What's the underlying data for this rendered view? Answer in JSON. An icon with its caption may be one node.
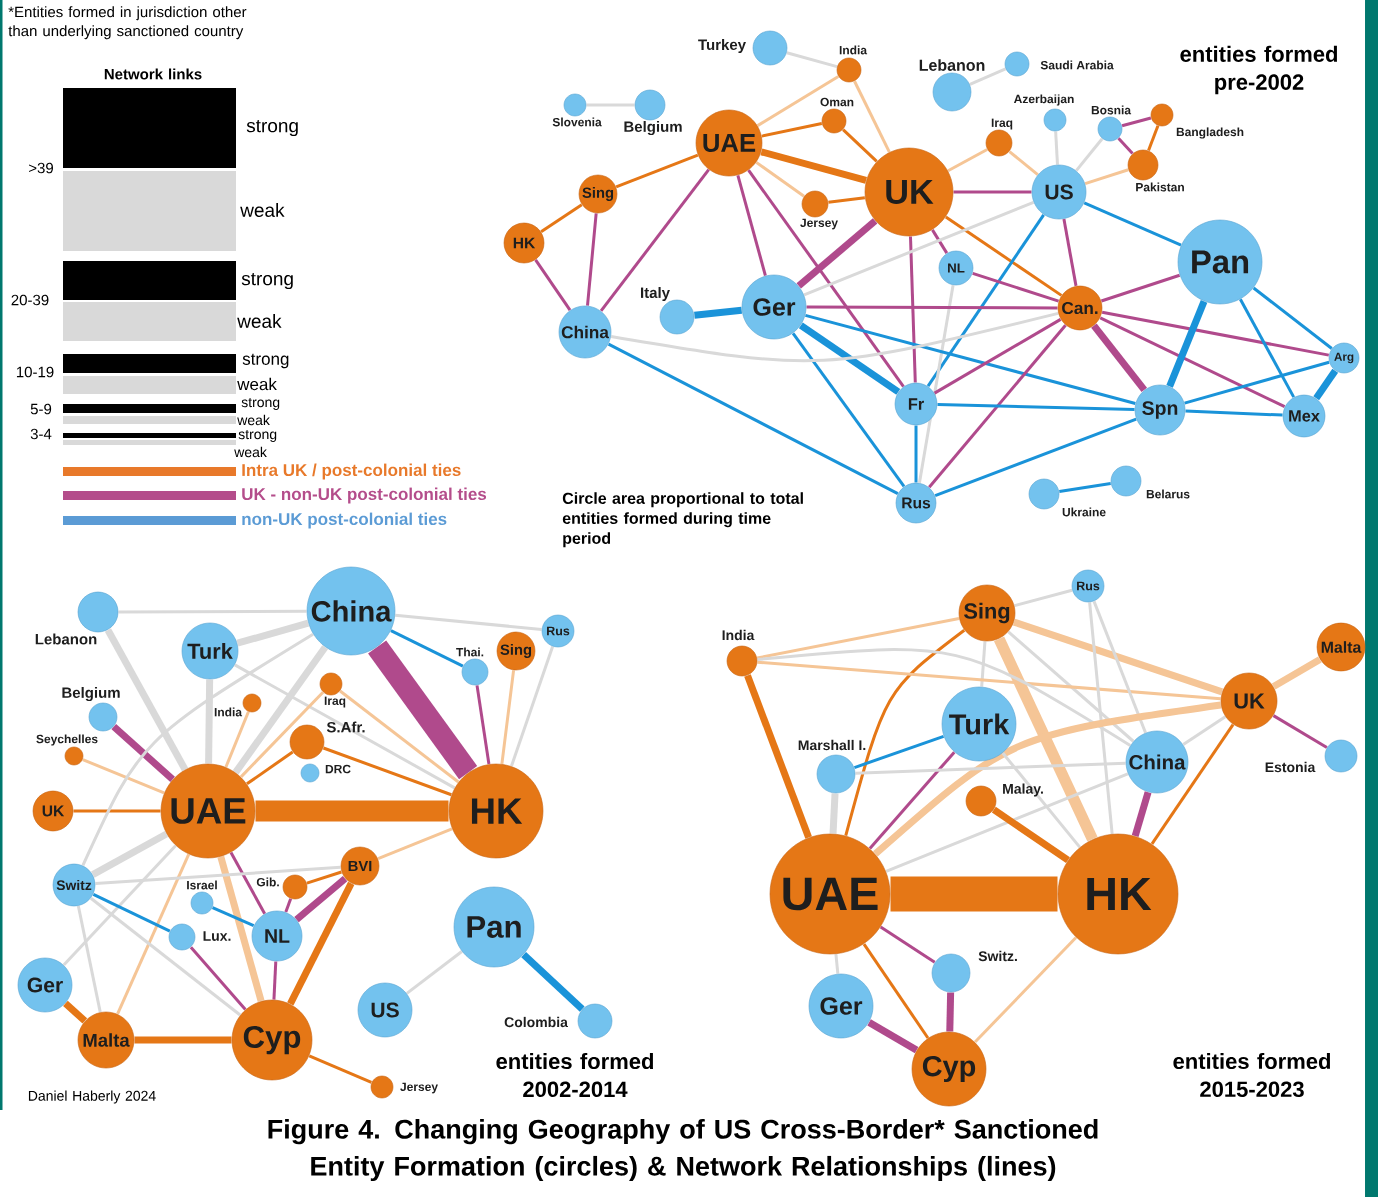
{
  "diagram": {
    "caption": "Figure 4. Changing Geography of US Cross-Border* Sanctioned Entity Formation (circles) & Network Relationships (lines)",
    "nodes": [
      {
        "text": [
          "Turkey"
        ]
      },
      {
        "text": [
          "India"
        ]
      },
      {
        "text": [
          "Lebanon"
        ]
      },
      {
        "text": [
          "Saudi Arabia"
        ]
      },
      {
        "text": [
          "Slovenia"
        ]
      },
      {
        "text": [
          "Belgium"
        ]
      },
      {
        "text": [
          "Oman"
        ]
      },
      {
        "text": [
          "Azerbaijan"
        ]
      },
      {
        "text": [
          "Bosnia"
        ]
      },
      {
        "text": [
          "Bangladesh"
        ]
      },
      {
        "text": [
          "UAE"
        ]
      },
      {
        "text": [
          "Iraq"
        ]
      },
      {
        "text": [
          "Pakistan"
        ]
      },
      {
        "text": [
          "Sing"
        ]
      },
      {
        "text": [
          "UK"
        ]
      },
      {
        "text": [
          "US"
        ]
      },
      {
        "text": [
          "Jersey"
        ]
      },
      {
        "text": [
          "HK"
        ]
      },
      {
        "text": [
          "NL"
        ]
      },
      {
        "text": [
          "Pan"
        ]
      },
      {
        "text": [
          "Italy"
        ]
      },
      {
        "text": [
          "Ger"
        ]
      },
      {
        "text": [
          "Can."
        ]
      },
      {
        "text": [
          "China"
        ]
      },
      {
        "text": [
          "Arg"
        ]
      },
      {
        "text": [
          "Fr"
        ]
      },
      {
        "text": [
          "Spn"
        ]
      },
      {
        "text": [
          "Mex"
        ]
      },
      {
        "text": [
          "Rus"
        ]
      },
      {
        "text": [
          "Belarus"
        ]
      },
      {
        "text": [
          "Ukraine"
        ]
      },
      {
        "text": [
          "Lebanon"
        ]
      },
      {
        "text": [
          "China"
        ]
      },
      {
        "text": [
          "Turk"
        ]
      },
      {
        "text": [
          "Rus"
        ]
      },
      {
        "text": [
          "Sing"
        ]
      },
      {
        "text": [
          "Thai."
        ]
      },
      {
        "text": [
          "Iraq"
        ]
      },
      {
        "text": [
          "India"
        ]
      },
      {
        "text": [
          "Belgium"
        ]
      },
      {
        "text": [
          "S.Afr."
        ]
      },
      {
        "text": [
          "Seychelles"
        ]
      },
      {
        "text": [
          "DRC"
        ]
      },
      {
        "text": [
          "UK"
        ]
      },
      {
        "text": [
          "UAE"
        ]
      },
      {
        "text": [
          "HK"
        ]
      },
      {
        "text": [
          "BVI"
        ]
      },
      {
        "text": [
          "Switz"
        ]
      },
      {
        "text": [
          "Gib."
        ]
      },
      {
        "text": [
          "Israel"
        ]
      },
      {
        "text": [
          "Lux."
        ]
      },
      {
        "text": [
          "NL"
        ]
      },
      {
        "text": [
          "Pan"
        ]
      },
      {
        "text": [
          "Ger"
        ]
      },
      {
        "text": [
          "US"
        ]
      },
      {
        "text": [
          "Colombia"
        ]
      },
      {
        "text": [
          "Malta"
        ]
      },
      {
        "text": [
          "Cyp"
        ]
      },
      {
        "text": [
          "Jersey"
        ]
      },
      {
        "text": [
          "Rus"
        ]
      },
      {
        "text": [
          "Sing"
        ]
      },
      {
        "text": [
          "India"
        ]
      },
      {
        "text": [
          "Malta"
        ]
      },
      {
        "text": [
          "UK"
        ]
      },
      {
        "text": [
          "Turk"
        ]
      },
      {
        "text": [
          "Marshall I."
        ]
      },
      {
        "text": [
          "China"
        ]
      },
      {
        "text": [
          "Estonia"
        ]
      },
      {
        "text": [
          "Malay."
        ]
      },
      {
        "text": [
          "UAE"
        ]
      },
      {
        "text": [
          "HK"
        ]
      },
      {
        "text": [
          "Switz."
        ]
      },
      {
        "text": [
          "Ger"
        ]
      },
      {
        "text": [
          "Cyp"
        ]
      }
    ],
    "edges": [
      {
        "from": 0,
        "to": 1,
        "arrow": "none",
        "color": "#d9d9d9"
      },
      {
        "from": 1,
        "to": 10,
        "arrow": "none",
        "color": "#f5c596"
      },
      {
        "from": 1,
        "to": 14,
        "arrow": "none",
        "color": "#f5c596"
      },
      {
        "from": 2,
        "to": 3,
        "arrow": "none",
        "color": "#d9d9d9"
      },
      {
        "from": 4,
        "to": 5,
        "arrow": "none",
        "color": "#d9d9d9"
      },
      {
        "from": 10,
        "to": 6,
        "arrow": "none",
        "color": "#e57716"
      },
      {
        "from": 6,
        "to": 14,
        "arrow": "none",
        "color": "#e57716"
      },
      {
        "from": 10,
        "to": 14,
        "arrow": "none",
        "style": "thick",
        "color": "#e57716"
      },
      {
        "from": 10,
        "to": 16,
        "arrow": "none",
        "color": "#f5c596"
      },
      {
        "from": 16,
        "to": 14,
        "arrow": "none",
        "color": "#e57716"
      },
      {
        "from": 10,
        "to": 13,
        "arrow": "none",
        "color": "#e57716"
      },
      {
        "from": 13,
        "to": 17,
        "arrow": "none",
        "color": "#e57716"
      },
      {
        "from": 17,
        "to": 23,
        "arrow": "none",
        "color": "#b04a8c"
      },
      {
        "from": 13,
        "to": 23,
        "arrow": "none",
        "color": "#b04a8c"
      },
      {
        "from": 10,
        "to": 23,
        "arrow": "none",
        "color": "#b04a8c"
      },
      {
        "from": 10,
        "to": 21,
        "arrow": "none",
        "color": "#b04a8c"
      },
      {
        "from": 10,
        "to": 25,
        "arrow": "none",
        "color": "#b04a8c"
      },
      {
        "from": 14,
        "to": 21,
        "arrow": "none",
        "style": "thick",
        "color": "#b04a8c"
      },
      {
        "from": 14,
        "to": 25,
        "arrow": "none",
        "color": "#b04a8c"
      },
      {
        "from": 14,
        "to": 15,
        "arrow": "none",
        "color": "#b04a8c"
      },
      {
        "from": 14,
        "to": 18,
        "arrow": "none",
        "color": "#b04a8c"
      },
      {
        "from": 14,
        "to": 22,
        "arrow": "none",
        "color": "#e57716"
      },
      {
        "from": 14,
        "to": 11,
        "arrow": "none",
        "color": "#f5c596"
      },
      {
        "from": 11,
        "to": 15,
        "arrow": "none",
        "color": "#f5c596"
      },
      {
        "from": 7,
        "to": 15,
        "arrow": "none",
        "color": "#d9d9d9"
      },
      {
        "from": 8,
        "to": 15,
        "arrow": "none",
        "color": "#d9d9d9"
      },
      {
        "from": 12,
        "to": 15,
        "arrow": "none",
        "color": "#f5c596"
      },
      {
        "from": 8,
        "to": 9,
        "arrow": "none",
        "color": "#b04a8c"
      },
      {
        "from": 8,
        "to": 12,
        "arrow": "none",
        "color": "#b04a8c"
      },
      {
        "from": 9,
        "to": 12,
        "arrow": "none",
        "color": "#e57716"
      },
      {
        "from": 15,
        "to": 19,
        "arrow": "none",
        "color": "#1a93d9"
      },
      {
        "from": 15,
        "to": 22,
        "arrow": "none",
        "color": "#b04a8c"
      },
      {
        "from": 15,
        "to": 25,
        "arrow": "none",
        "color": "#1a93d9"
      },
      {
        "from": 15,
        "to": 21,
        "arrow": "none",
        "color": "#d9d9d9"
      },
      {
        "from": 18,
        "to": 22,
        "arrow": "none",
        "color": "#b04a8c"
      },
      {
        "from": 18,
        "to": 28,
        "arrow": "none",
        "color": "#d9d9d9"
      },
      {
        "from": 20,
        "to": 21,
        "arrow": "none",
        "style": "thick",
        "color": "#1a93d9"
      },
      {
        "from": 21,
        "to": 22,
        "arrow": "none",
        "color": "#b04a8c"
      },
      {
        "from": 21,
        "to": 25,
        "arrow": "none",
        "style": "thick",
        "color": "#1a93d9"
      },
      {
        "from": 21,
        "to": 28,
        "arrow": "none",
        "color": "#1a93d9"
      },
      {
        "from": 21,
        "to": 26,
        "arrow": "none",
        "color": "#1a93d9"
      },
      {
        "from": 23,
        "to": 22,
        "arrow": "none",
        "color": "#d9d9d9"
      },
      {
        "from": 23,
        "to": 28,
        "arrow": "none",
        "color": "#1a93d9"
      },
      {
        "from": 22,
        "to": 19,
        "arrow": "none",
        "color": "#b04a8c"
      },
      {
        "from": 22,
        "to": 24,
        "arrow": "none",
        "color": "#b04a8c"
      },
      {
        "from": 22,
        "to": 27,
        "arrow": "none",
        "color": "#b04a8c"
      },
      {
        "from": 22,
        "to": 26,
        "arrow": "none",
        "style": "thick",
        "color": "#b04a8c"
      },
      {
        "from": 22,
        "to": 25,
        "arrow": "none",
        "color": "#b04a8c"
      },
      {
        "from": 22,
        "to": 28,
        "arrow": "none",
        "color": "#b04a8c"
      },
      {
        "from": 25,
        "to": 26,
        "arrow": "none",
        "color": "#1a93d9"
      },
      {
        "from": 25,
        "to": 28,
        "arrow": "none",
        "color": "#1a93d9"
      },
      {
        "from": 28,
        "to": 26,
        "arrow": "none",
        "color": "#1a93d9"
      },
      {
        "from": 19,
        "to": 26,
        "arrow": "none",
        "style": "thick",
        "color": "#1a93d9"
      },
      {
        "from": 19,
        "to": 24,
        "arrow": "none",
        "color": "#1a93d9"
      },
      {
        "from": 19,
        "to": 27,
        "arrow": "none",
        "color": "#1a93d9"
      },
      {
        "from": 26,
        "to": 24,
        "arrow": "none",
        "color": "#1a93d9"
      },
      {
        "from": 26,
        "to": 27,
        "arrow": "none",
        "color": "#1a93d9"
      },
      {
        "from": 24,
        "to": 27,
        "arrow": "none",
        "style": "thick",
        "color": "#1a93d9"
      },
      {
        "from": 30,
        "to": 29,
        "arrow": "none",
        "color": "#1a93d9"
      },
      {
        "from": 32,
        "to": 45,
        "arrow": "none",
        "style": "thick",
        "color": "#b04a8c"
      },
      {
        "from": 32,
        "to": 36,
        "arrow": "none",
        "color": "#1a93d9"
      },
      {
        "from": 36,
        "to": 45,
        "arrow": "none",
        "color": "#b04a8c"
      },
      {
        "from": 35,
        "to": 45,
        "arrow": "none",
        "color": "#f5c596"
      },
      {
        "from": 34,
        "to": 45,
        "arrow": "none",
        "color": "#d9d9d9"
      },
      {
        "from": 32,
        "to": 34,
        "arrow": "none",
        "color": "#d9d9d9"
      },
      {
        "from": 31,
        "to": 32,
        "arrow": "none",
        "color": "#d9d9d9"
      },
      {
        "from": 31,
        "to": 44,
        "arrow": "none",
        "style": "thick",
        "color": "#d9d9d9"
      },
      {
        "from": 33,
        "to": 44,
        "arrow": "none",
        "style": "thick",
        "color": "#d9d9d9"
      },
      {
        "from": 33,
        "to": 32,
        "arrow": "none",
        "style": "thick",
        "color": "#d9d9d9"
      },
      {
        "from": 33,
        "to": 45,
        "arrow": "none",
        "color": "#d9d9d9"
      },
      {
        "from": 32,
        "to": 44,
        "arrow": "none",
        "style": "thick",
        "color": "#d9d9d9"
      },
      {
        "from": 37,
        "to": 44,
        "arrow": "none",
        "color": "#f5c596"
      },
      {
        "from": 37,
        "to": 45,
        "arrow": "none",
        "color": "#f5c596"
      },
      {
        "from": 38,
        "to": 44,
        "arrow": "none",
        "color": "#f5c596"
      },
      {
        "from": 39,
        "to": 44,
        "arrow": "none",
        "style": "thick",
        "color": "#b04a8c"
      },
      {
        "from": 41,
        "to": 44,
        "arrow": "none",
        "color": "#f5c596"
      },
      {
        "from": 40,
        "to": 44,
        "arrow": "none",
        "color": "#e57716"
      },
      {
        "from": 40,
        "to": 45,
        "arrow": "none",
        "color": "#e57716"
      },
      {
        "from": 43,
        "to": 44,
        "arrow": "none",
        "color": "#e57716"
      },
      {
        "from": 44,
        "to": 45,
        "arrow": "none",
        "style": "thick",
        "color": "#e57716"
      },
      {
        "from": 44,
        "to": 51,
        "arrow": "none",
        "color": "#b04a8c"
      },
      {
        "from": 44,
        "to": 57,
        "arrow": "none",
        "style": "thick",
        "color": "#f5c596"
      },
      {
        "from": 44,
        "to": 56,
        "arrow": "none",
        "color": "#f5c596"
      },
      {
        "from": 44,
        "to": 47,
        "arrow": "none",
        "style": "thick",
        "color": "#d9d9d9"
      },
      {
        "from": 44,
        "to": 53,
        "arrow": "none",
        "color": "#d9d9d9"
      },
      {
        "from": 45,
        "to": 46,
        "arrow": "none",
        "color": "#f5c596"
      },
      {
        "from": 46,
        "to": 48,
        "arrow": "none",
        "color": "#e57716"
      },
      {
        "from": 46,
        "to": 51,
        "arrow": "none",
        "style": "thick",
        "color": "#b04a8c"
      },
      {
        "from": 46,
        "to": 57,
        "arrow": "none",
        "style": "thick",
        "color": "#e57716"
      },
      {
        "from": 48,
        "to": 51,
        "arrow": "none",
        "color": "#b04a8c"
      },
      {
        "from": 49,
        "to": 51,
        "arrow": "none",
        "color": "#1a93d9"
      },
      {
        "from": 47,
        "to": 50,
        "arrow": "none",
        "color": "#1a93d9"
      },
      {
        "from": 50,
        "to": 57,
        "arrow": "none",
        "color": "#b04a8c"
      },
      {
        "from": 51,
        "to": 57,
        "arrow": "none",
        "color": "#b04a8c"
      },
      {
        "from": 47,
        "to": 56,
        "arrow": "none",
        "color": "#d9d9d9"
      },
      {
        "from": 47,
        "to": 57,
        "arrow": "none",
        "color": "#d9d9d9"
      },
      {
        "from": 53,
        "to": 56,
        "arrow": "none",
        "style": "thick",
        "color": "#e57716"
      },
      {
        "from": 56,
        "to": 57,
        "arrow": "none",
        "style": "thick",
        "color": "#e57716"
      },
      {
        "from": 57,
        "to": 58,
        "arrow": "none",
        "color": "#e57716"
      },
      {
        "from": 52,
        "to": 54,
        "arrow": "none",
        "color": "#d9d9d9"
      },
      {
        "from": 52,
        "to": 55,
        "arrow": "none",
        "style": "thick",
        "color": "#1a93d9"
      },
      {
        "from": 47,
        "to": 46,
        "arrow": "none",
        "color": "#d9d9d9"
      },
      {
        "from": 32,
        "to": 47,
        "arrow": "none",
        "color": "#d9d9d9"
      },
      {
        "from": 60,
        "to": 59,
        "arrow": "none",
        "color": "#d9d9d9"
      },
      {
        "from": 60,
        "to": 61,
        "arrow": "none",
        "color": "#f5c596"
      },
      {
        "from": 60,
        "to": 63,
        "arrow": "none",
        "style": "thick",
        "color": "#f5c596"
      },
      {
        "from": 60,
        "to": 70,
        "arrow": "none",
        "style": "thick",
        "color": "#f5c596"
      },
      {
        "from": 60,
        "to": 69,
        "arrow": "none",
        "color": "#e57716"
      },
      {
        "from": 60,
        "to": 64,
        "arrow": "none",
        "color": "#d9d9d9"
      },
      {
        "from": 60,
        "to": 66,
        "arrow": "none",
        "color": "#d9d9d9"
      },
      {
        "from": 61,
        "to": 63,
        "arrow": "none",
        "color": "#f5c596"
      },
      {
        "from": 61,
        "to": 69,
        "arrow": "none",
        "style": "thick",
        "color": "#e57716"
      },
      {
        "from": 61,
        "to": 66,
        "arrow": "none",
        "color": "#d9d9d9"
      },
      {
        "from": 59,
        "to": 70,
        "arrow": "none",
        "color": "#d9d9d9"
      },
      {
        "from": 59,
        "to": 66,
        "arrow": "none",
        "color": "#d9d9d9"
      },
      {
        "from": 62,
        "to": 63,
        "arrow": "none",
        "style": "thick",
        "color": "#f5c596"
      },
      {
        "from": 63,
        "to": 69,
        "arrow": "none",
        "style": "thick",
        "color": "#f5c596"
      },
      {
        "from": 63,
        "to": 70,
        "arrow": "none",
        "color": "#e57716"
      },
      {
        "from": 63,
        "to": 67,
        "arrow": "none",
        "color": "#b04a8c"
      },
      {
        "from": 63,
        "to": 66,
        "arrow": "none",
        "color": "#d9d9d9"
      },
      {
        "from": 64,
        "to": 65,
        "arrow": "none",
        "color": "#1a93d9"
      },
      {
        "from": 64,
        "to": 69,
        "arrow": "none",
        "color": "#b04a8c"
      },
      {
        "from": 64,
        "to": 70,
        "arrow": "none",
        "color": "#d9d9d9"
      },
      {
        "from": 65,
        "to": 69,
        "arrow": "none",
        "style": "thick",
        "color": "#d9d9d9"
      },
      {
        "from": 65,
        "to": 66,
        "arrow": "none",
        "color": "#d9d9d9"
      },
      {
        "from": 66,
        "to": 70,
        "arrow": "none",
        "style": "thick",
        "color": "#b04a8c"
      },
      {
        "from": 66,
        "to": 69,
        "arrow": "none",
        "color": "#d9d9d9"
      },
      {
        "from": 68,
        "to": 70,
        "arrow": "none",
        "style": "thick",
        "color": "#e57716"
      },
      {
        "from": 69,
        "to": 70,
        "arrow": "none",
        "style": "thick",
        "color": "#e57716"
      },
      {
        "from": 69,
        "to": 71,
        "arrow": "none",
        "color": "#b04a8c"
      },
      {
        "from": 69,
        "to": 73,
        "arrow": "none",
        "color": "#e57716"
      },
      {
        "from": 69,
        "to": 72,
        "arrow": "none",
        "color": "#d9d9d9"
      },
      {
        "from": 70,
        "to": 73,
        "arrow": "none",
        "color": "#f5c596"
      },
      {
        "from": 71,
        "to": 73,
        "arrow": "none",
        "style": "thick",
        "color": "#b04a8c"
      },
      {
        "from": 72,
        "to": 73,
        "arrow": "none",
        "style": "thick",
        "color": "#b04a8c"
      }
    ],
    "labels": [
      "*Entities formed in jurisdiction other than underlying sanctioned country",
      "Network links",
      ">39",
      "20-39",
      "10-19",
      "5-9",
      "3-4",
      "entities formed pre-2002",
      "Circle area proportional to total entities formed during time period",
      "entities formed 2002-2014",
      "Daniel Haberly 2024",
      "entities formed 2015-2023"
    ],
    "legend": [
      {
        "text": "strong",
        "color": "#000000"
      },
      {
        "text": "weak",
        "color": "#d9d9d9"
      },
      {
        "text": "strong",
        "color": "#000000"
      },
      {
        "text": "weak",
        "color": "#d9d9d9"
      },
      {
        "text": "strong",
        "color": "#000000"
      },
      {
        "text": "weak",
        "color": "#d9d9d9"
      },
      {
        "text": "strong",
        "color": "#000000"
      },
      {
        "text": "weak",
        "color": "#d9d9d9"
      },
      {
        "text": "strong",
        "color": "#000000"
      },
      {
        "text": "weak",
        "color": "#d9d9d9"
      },
      {
        "text": "Intra UK / post-colonial ties",
        "color": "#e8792a"
      },
      {
        "text": "UK - non-UK post-colonial ties",
        "color": "#b44d8b"
      },
      {
        "text": "non-UK post-colonial ties",
        "color": "#5b9bd5"
      }
    ]
  }
}
